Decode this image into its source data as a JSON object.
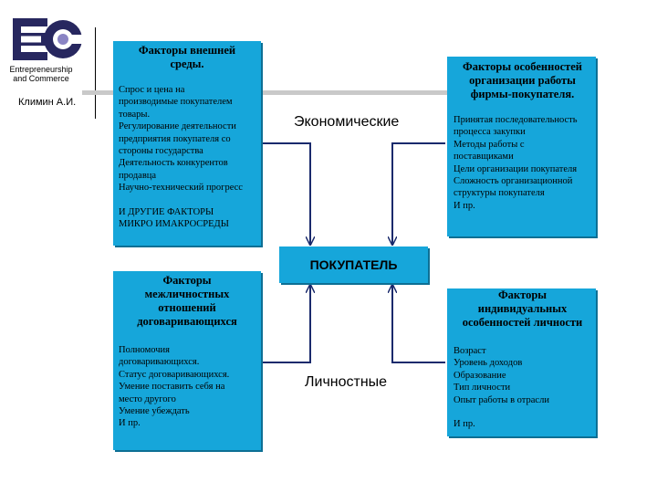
{
  "header": {
    "logo_text": "EC",
    "tagline_line1": "Entrepreneurship",
    "tagline_line2": "and Commerce",
    "author": "Климин А.И."
  },
  "boxes": {
    "external": {
      "title": "Факторы внешней\nсреды.",
      "items": [
        "Спрос и цена на\nпроизводимые покупателем\nтовары.",
        "Регулирование деятельности\nпредприятия покупателя со\nстороны государства",
        "Деятельность конкурентов\nпродавца",
        "Научно-технический прогресс",
        "",
        "И ДРУГИЕ ФАКТОРЫ\nМИКРО ИМАКРОСРЕДЫ"
      ]
    },
    "organization": {
      "title": "Факторы особенностей\nорганизации работы\nфирмы-покупателя.",
      "items": [
        "Принятая последовательность\nпроцесса закупки",
        "Методы работы с\nпоставщиками",
        "Цели организации покупателя",
        "Сложность организационной\nструктуры покупателя",
        "И пр."
      ]
    },
    "interpersonal": {
      "title": "Факторы\nмежличностных\nотношений\nдоговаривающихся",
      "items": [
        "Полномочия\nдоговаривающихся.",
        "Статус договаривающихся.",
        "Умение поставить себя на\nместо другого",
        "Умение убеждать",
        "И пр."
      ]
    },
    "individual": {
      "title": "Факторы\nиндивидуальных\nособенностей личности",
      "items": [
        "Возраст",
        "Уровень доходов",
        "Образование",
        "Тип личности",
        "Опыт работы в отрасли",
        "",
        "И пр."
      ]
    }
  },
  "center": {
    "buyer": "ПОКУПАТЕЛЬ"
  },
  "labels": {
    "economic": "Экономические",
    "personal": "Личностные"
  },
  "colors": {
    "box_fill": "#16a6da",
    "box_shadow": "#0d6f94",
    "divider": "#c9c9c9"
  }
}
